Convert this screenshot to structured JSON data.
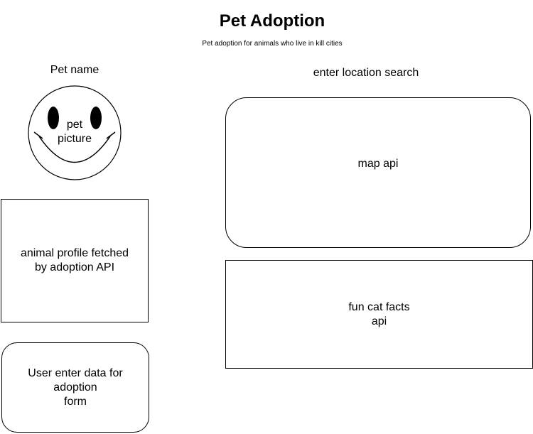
{
  "header": {
    "title": "Pet Adoption",
    "subtitle": "Pet adoption for animals who live in kill cities"
  },
  "left": {
    "pet_name": "Pet name",
    "pet_picture": "pet\npicture",
    "profile": "animal profile fetched\nby adoption API",
    "form": "User enter data for\nadoption\nform"
  },
  "right": {
    "location_search": "enter location search",
    "map": "map api",
    "facts": "fun cat facts\napi"
  }
}
